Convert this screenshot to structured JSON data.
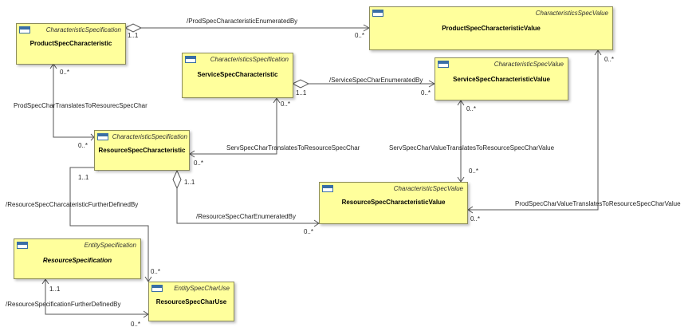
{
  "classes": {
    "product_spec_char": {
      "stereotype": "CharacteristicSpecification",
      "name": "ProductSpecCharacteristic"
    },
    "product_spec_value": {
      "stereotype": "CharacteristicsSpecValue",
      "name": "ProductSpecCharacteristicValue"
    },
    "service_spec_char": {
      "stereotype": "CharacteristicsSpecification",
      "name": "ServiceSpecCharacteristic"
    },
    "service_spec_value": {
      "stereotype": "CharacteristicSpecValue",
      "name": "ServiceSpecCharacteristicValue"
    },
    "resource_spec_char": {
      "stereotype": "CharacteristicSpecification",
      "name": "ResourceSpecCharacteristic"
    },
    "resource_spec_value": {
      "stereotype": "CharacteristicSpecValue",
      "name": "ResourceSpecCharacteristicValue"
    },
    "resource_spec": {
      "stereotype": "EntitySpecification",
      "name": "ResourceSpecification"
    },
    "resource_spec_char_use": {
      "stereotype": "EntitySpecCharUse",
      "name": "ResourceSpecCharUse"
    }
  },
  "associations": {
    "prod_enum": "/ProdSpecCharacteristicEnumeratedBy",
    "prod_translates": "ProdSpecCharTranslatesToResourecSpecChar",
    "service_enum": "/ServiceSpecCharEnumeratedBy",
    "serv_translates": "ServSpecCharTranslatesToResourceSpecChar",
    "serv_val_translates": "ServSpecCharValueTranslatesToResourceSpecCharValue",
    "resource_further": "/ResourceSpecCharcateristicFurtherDefinedBy",
    "resource_enum": "/ResourceSpecCharEnumeratedBy",
    "prod_val_translates": "ProdSpecCharValueTranslatesToResourceSpecCharValue",
    "resource_spec_further": "/ResourceSpecificationFurtherDefinedBy"
  },
  "multiplicities": {
    "one": "1..1",
    "many": "0..*"
  }
}
